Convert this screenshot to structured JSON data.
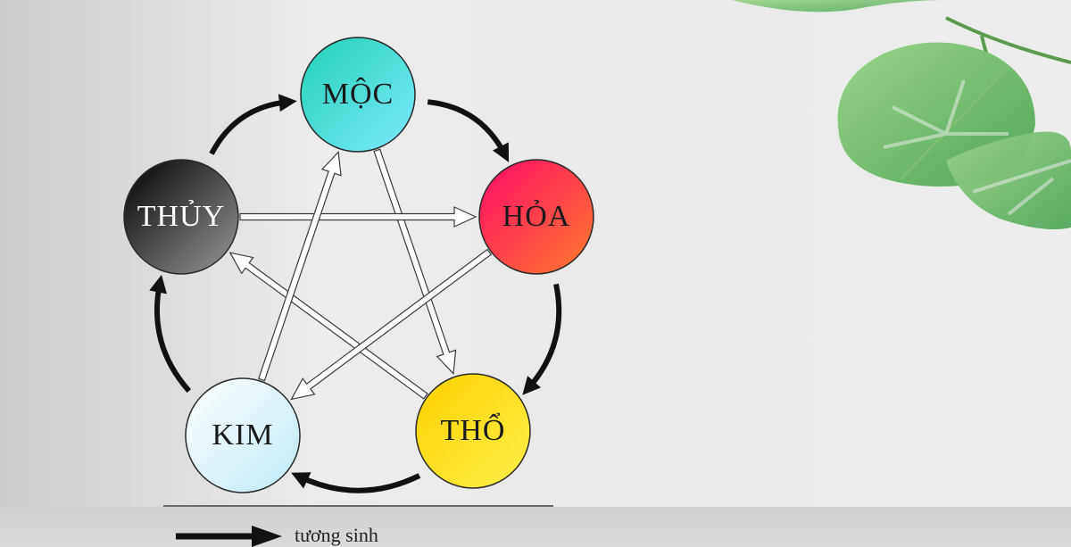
{
  "elements": [
    {
      "id": "moc",
      "label": "MỘC",
      "label_color": "#1a1a1a",
      "fill_from": "#1fd3b4",
      "fill_to": "#7fe8ff"
    },
    {
      "id": "hoa",
      "label": "HỎA",
      "label_color": "#1a1a1a",
      "fill_from": "#ff0a6a",
      "fill_to": "#ff7a2a"
    },
    {
      "id": "tho",
      "label": "THỔ",
      "label_color": "#1a1a1a",
      "fill_from": "#ffd000",
      "fill_to": "#fff04a"
    },
    {
      "id": "kim",
      "label": "KIM",
      "label_color": "#1a1a1a",
      "fill_from": "#ffffff",
      "fill_to": "#bfe9f5"
    },
    {
      "id": "thuy",
      "label": "THỦY",
      "label_color": "#ffffff",
      "fill_from": "#000000",
      "fill_to": "#9a9a9a"
    }
  ],
  "cycle_arrows": [
    {
      "from": "moc",
      "to": "hoa"
    },
    {
      "from": "hoa",
      "to": "tho"
    },
    {
      "from": "tho",
      "to": "kim"
    },
    {
      "from": "kim",
      "to": "thuy"
    },
    {
      "from": "thuy",
      "to": "moc"
    }
  ],
  "star_arrows": [
    {
      "from": "moc",
      "to": "tho"
    },
    {
      "from": "tho",
      "to": "thuy"
    },
    {
      "from": "thuy",
      "to": "hoa"
    },
    {
      "from": "hoa",
      "to": "kim"
    },
    {
      "from": "kim",
      "to": "moc"
    }
  ],
  "legend": {
    "label": "tương sinh"
  }
}
